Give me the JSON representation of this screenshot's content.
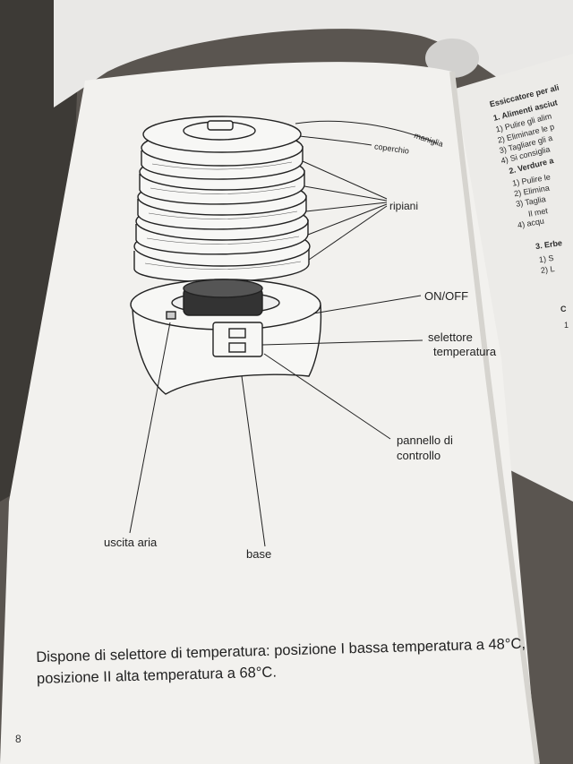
{
  "diagram": {
    "labels": {
      "maniglia": "maniglia",
      "coperchio": "coperchio",
      "ripiani": "ripiani",
      "on_off": "ON/OFF",
      "selettore_line1": "selettore",
      "selettore_line2": "temperatura",
      "pannello_line1": "pannello di",
      "pannello_line2": "controllo",
      "uscita_aria": "uscita aria",
      "base": "base"
    }
  },
  "caption": {
    "line1": "Dispone di selettore di temperatura: posizione I bassa temperatura a 48°C,",
    "line2": "posizione II alta temperatura a 68°C."
  },
  "page_number": "8",
  "right_page": {
    "title": "Essiccatore per ali",
    "section1": "1. Alimenti asciut",
    "s1_items": [
      "1)  Pulire gli alim",
      "2)  Eliminare le p",
      "3)  Tagliare gli a",
      "4)  Si consiglia"
    ],
    "section2": "2. Verdure a",
    "s2_items": [
      "1)  Pulire le",
      "2)  Elimina",
      "3)  Taglia",
      "Il met",
      "4)  acqu"
    ],
    "section3": "3. Erbe",
    "s3_items": [
      "1)  S",
      "2)  L"
    ],
    "section4": "C",
    "s4_items": [
      "1"
    ]
  }
}
